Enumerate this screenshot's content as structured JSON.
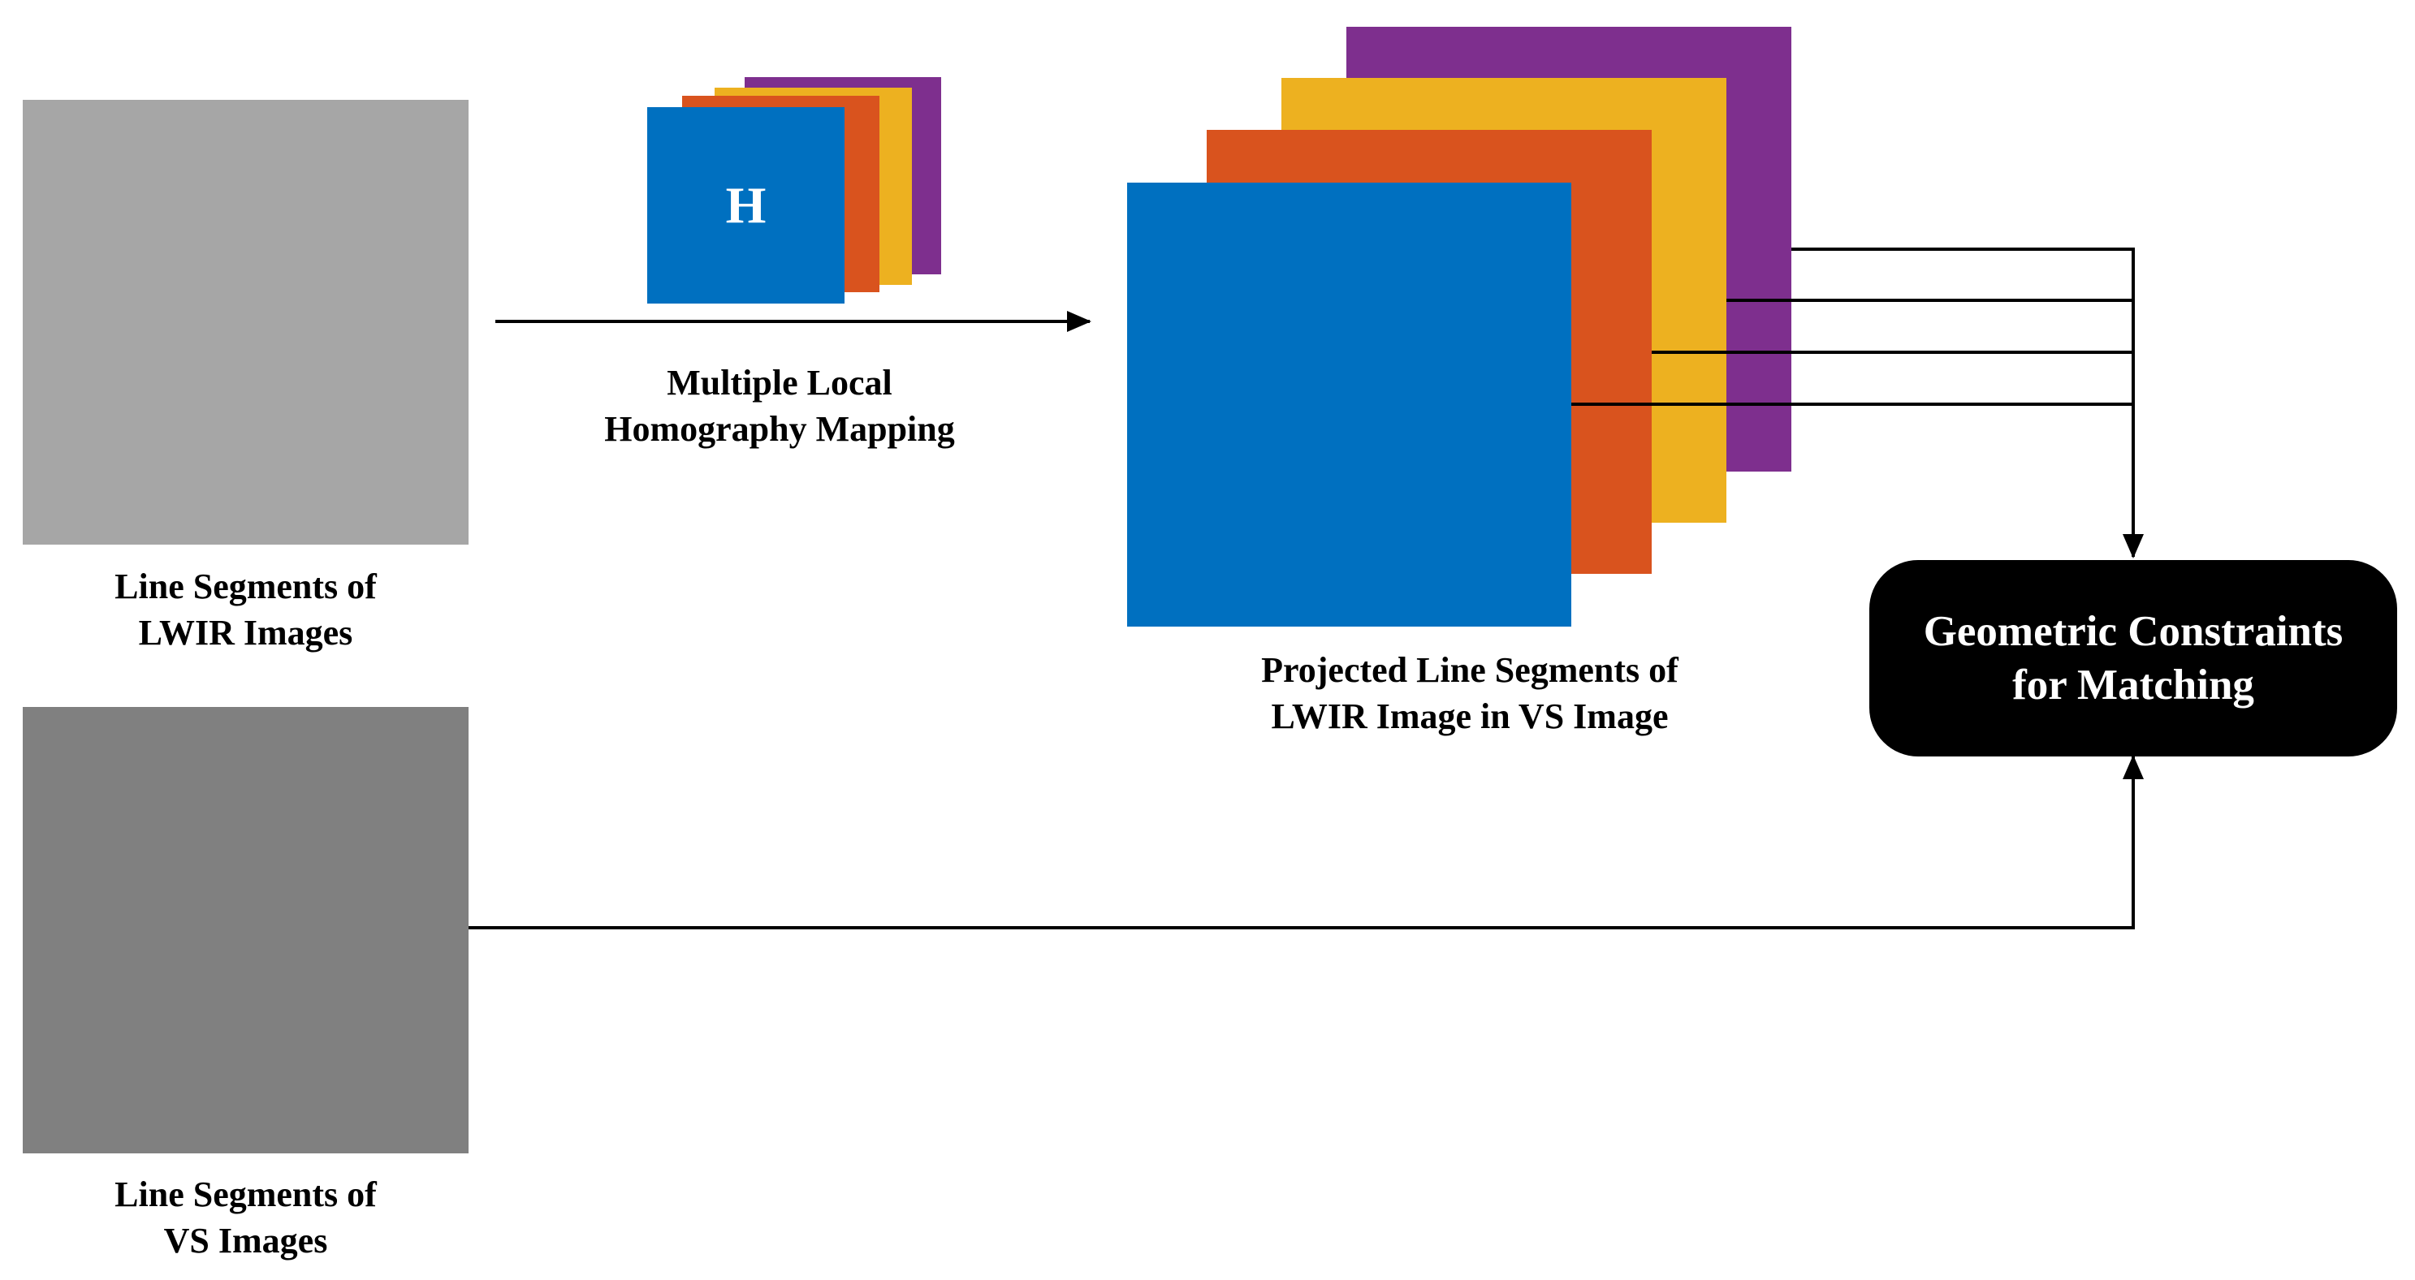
{
  "colors": {
    "light_gray": "#a6a6a6",
    "dark_gray": "#808080",
    "blue": "#0070c0",
    "orange": "#d9531e",
    "yellow": "#edb120",
    "purple": "#7e2f8e",
    "black": "#000000",
    "white": "#ffffff"
  },
  "nodes": {
    "lwir_block": {
      "label_line1": "Line Segments of",
      "label_line2": "LWIR Images"
    },
    "vs_block": {
      "label_line1": "Line Segments of",
      "label_line2": "VS Images"
    },
    "homography_stack": {
      "symbol": "H",
      "label_line1": "Multiple Local",
      "label_line2": "Homography Mapping"
    },
    "projected_stack": {
      "label_line1": "Projected Line Segments of",
      "label_line2": "LWIR Image in VS Image"
    },
    "constraints_box": {
      "label_line1": "Geometric Constraints",
      "label_line2": "for Matching"
    }
  }
}
